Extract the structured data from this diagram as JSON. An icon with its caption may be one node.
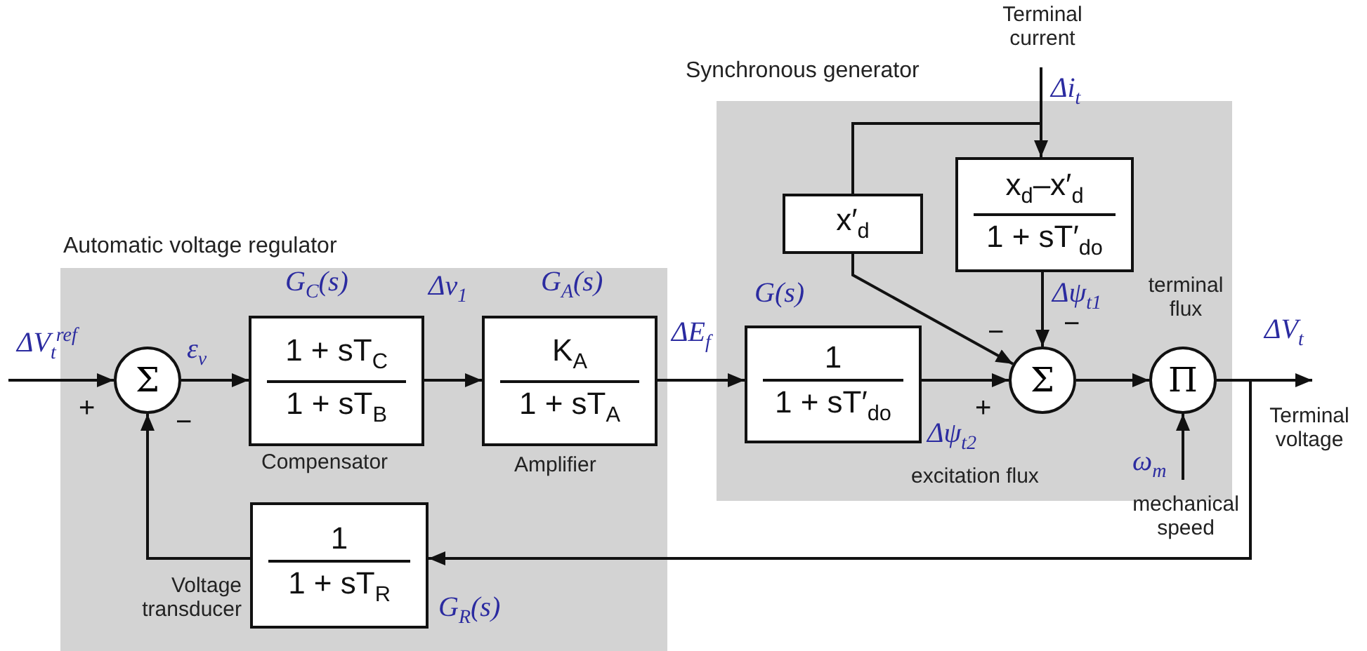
{
  "diagram": {
    "nodes": [
      {
        "text": [
          "Automatic voltage regulator"
        ]
      },
      {
        "text": [
          "Σ"
        ],
        "in": 0
      },
      {
        "text": [
          "1 + sT$_{C}$",
          "1 + sT$_{B}$"
        ],
        "in": 0,
        "beside": [
          "G$_{C}$(s)",
          "Compensator"
        ]
      },
      {
        "text": [
          "K$_{A}$",
          "1 + sT$_{A}$"
        ],
        "in": 0,
        "beside": [
          "G$_{A}$(s)",
          "Amplifier"
        ]
      },
      {
        "text": [
          "1",
          "1 + sT$_{R}$"
        ],
        "in": 0,
        "beside": [
          "Voltage transducer",
          "G$_{R}$(s)"
        ]
      },
      {
        "text": [
          "Synchronous generator"
        ]
      },
      {
        "text": [
          "x′$_{d}$"
        ],
        "in": 5
      },
      {
        "text": [
          "x$_{d}$–x′$_{d}$",
          "1 + sT′$_{do}$"
        ],
        "in": 5
      },
      {
        "text": [
          "1",
          "1 + sT′$_{do}$"
        ],
        "in": 5,
        "beside": [
          "G(s)"
        ]
      },
      {
        "text": [
          "Σ"
        ],
        "in": 5
      },
      {
        "text": [
          "Π"
        ],
        "in": 5
      }
    ],
    "edges": [
      {
        "from": null,
        "to": 1,
        "arrow": "to"
      },
      {
        "from": 1,
        "to": 2,
        "arrow": "to"
      },
      {
        "from": 2,
        "to": 3,
        "arrow": "to"
      },
      {
        "from": 3,
        "to": 8,
        "arrow": "to"
      },
      {
        "from": 8,
        "to": 9,
        "arrow": "to"
      },
      {
        "from": 9,
        "to": 10,
        "arrow": "to"
      },
      {
        "from": 10,
        "to": null,
        "arrow": "to"
      },
      {
        "from": 10,
        "to": 4,
        "arrow": "to"
      },
      {
        "from": 4,
        "to": 1,
        "arrow": "to"
      },
      {
        "from": null,
        "to": 7,
        "arrow": "to"
      },
      {
        "from": null,
        "to": 6,
        "arrow": "none"
      },
      {
        "from": 6,
        "to": 9,
        "arrow": "to"
      },
      {
        "from": 7,
        "to": 9,
        "arrow": "to"
      },
      {
        "from": null,
        "to": 10,
        "arrow": "to"
      }
    ],
    "labels": [
      "Terminal current",
      "Δi$_{t}$",
      "ΔV$_{t}$$^{ref}$",
      "ε$_{v}$",
      "Δv$_{1}$",
      "ΔE$_{f}$",
      "terminal flux",
      "Δψ$_{t1}$",
      "−",
      "−",
      "ΔV$_{t}$",
      "+",
      "−",
      "+",
      "Δψ$_{t2}$",
      "Terminal voltage",
      "ω$_{m}$",
      "excitation flux",
      "mechanical speed"
    ]
  }
}
